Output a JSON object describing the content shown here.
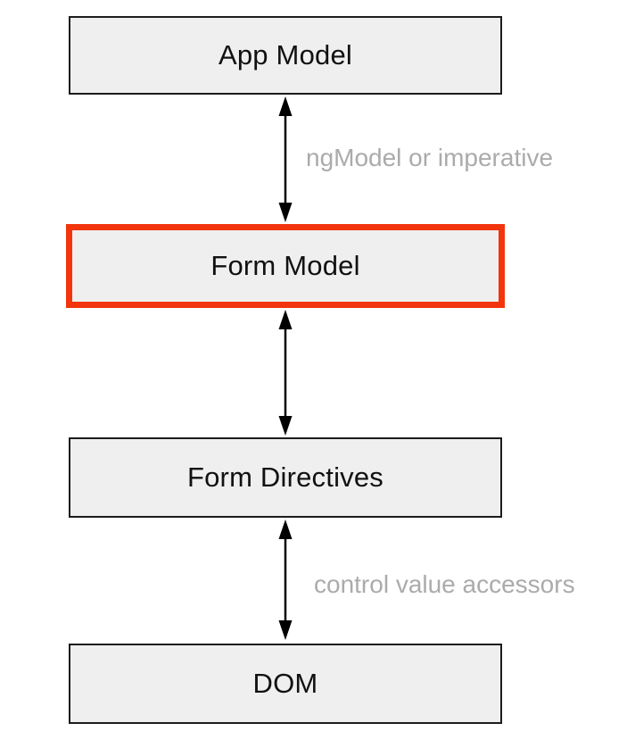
{
  "diagram": {
    "boxes": [
      {
        "id": "app-model",
        "label": "App Model",
        "highlighted": false
      },
      {
        "id": "form-model",
        "label": "Form Model",
        "highlighted": true
      },
      {
        "id": "form-directives",
        "label": "Form Directives",
        "highlighted": false
      },
      {
        "id": "dom",
        "label": "DOM",
        "highlighted": false
      }
    ],
    "connections": [
      {
        "from": "App Model",
        "to": "Form Model",
        "type": "bidirectional-arrow",
        "label": "ngModel or imperative"
      },
      {
        "from": "Form Model",
        "to": "Form Directives",
        "type": "bidirectional-arrow",
        "label": ""
      },
      {
        "from": "Form Directives",
        "to": "DOM",
        "type": "bidirectional-arrow",
        "label": "control value accessors"
      }
    ],
    "colors": {
      "background": "#ffffff",
      "box_fill": "#efefef",
      "box_border": "#1c1c1c",
      "highlight_border": "#f2350d",
      "label_gray": "#ababab",
      "arrow": "#000000"
    }
  }
}
